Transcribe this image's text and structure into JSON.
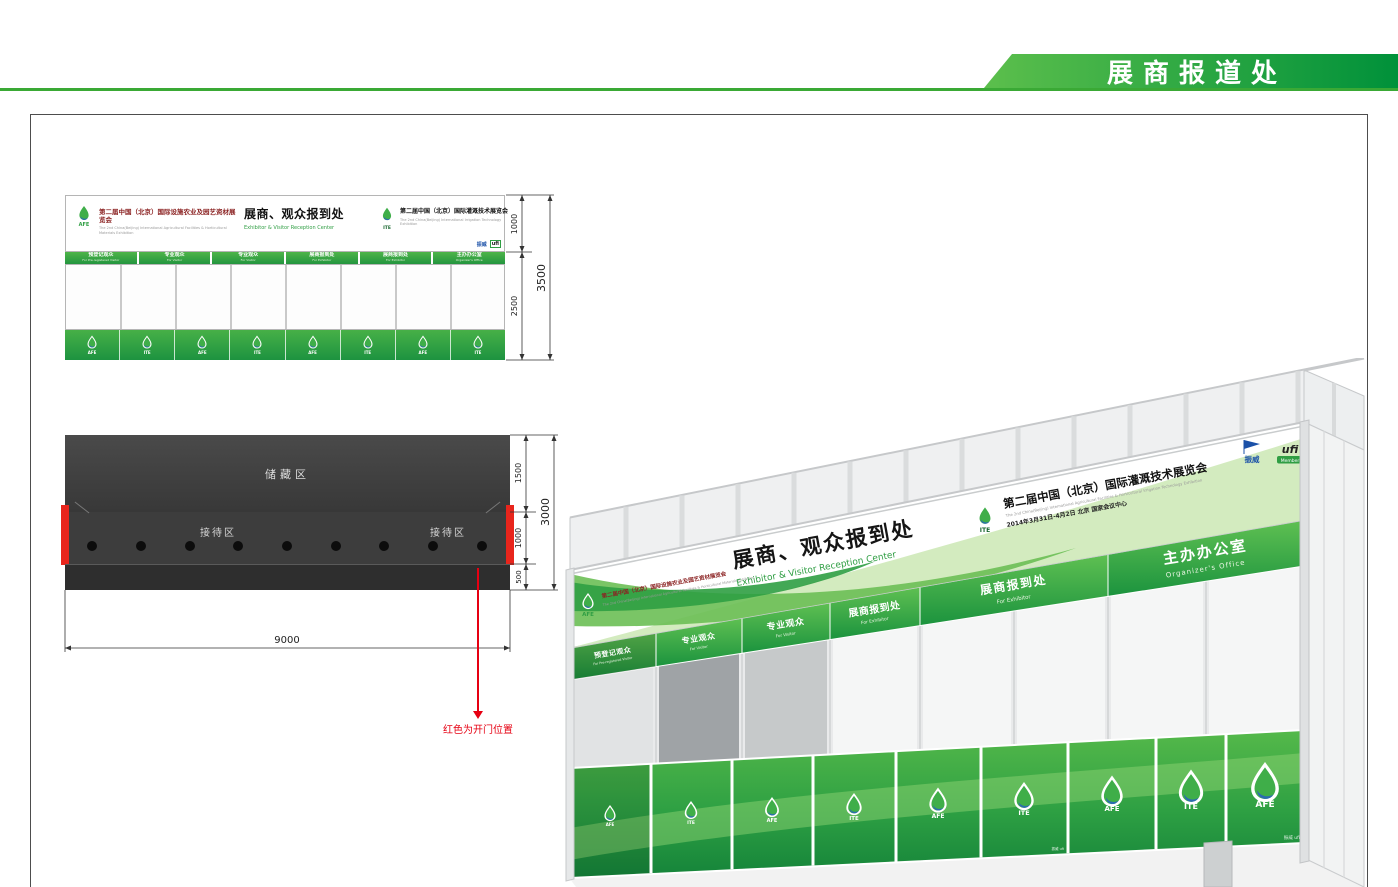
{
  "header": {
    "title": "展商报道处"
  },
  "colors": {
    "brand_green": "#2f9e43",
    "dark_green": "#00913a",
    "light_green": "#8dc63f",
    "door_red": "#e60012",
    "panel_dark": "#3a3a3a"
  },
  "front_elevation": {
    "fascia": {
      "afe_logo": "AFE",
      "left_title": "第二届中国（北京）国际设施农业及园艺资材展览会",
      "left_subtitle": "The 2nd China(Beijing) International Agricultural Facilities & Horticultural Materials Exhibition",
      "center_title": "展商、观众报到处",
      "center_subtitle": "Exhibitor & Visitor Reception Center",
      "ite_logo": "ITE",
      "right_title": "第二届中国（北京）国际灌溉技术展览会",
      "right_subtitle": "The 2nd China(Beijing) International Irrigation Technology Exhibition",
      "zhenwei_logo": "振威",
      "ufi_logo": "ufi"
    },
    "counter_labels": [
      {
        "cn": "预登记观众",
        "en": "For Pre-registered Visitor"
      },
      {
        "cn": "专业观众",
        "en": "For Visitor"
      },
      {
        "cn": "专业观众",
        "en": "For Visitor"
      },
      {
        "cn": "展商报到处",
        "en": "For Exhibitor"
      },
      {
        "cn": "展商报到处",
        "en": "For Exhibitor"
      },
      {
        "cn": "主办办公室",
        "en": "Organizer's Office"
      }
    ],
    "logo_band": [
      "AFE",
      "ITE",
      "AFE",
      "ITE",
      "AFE",
      "ITE",
      "AFE",
      "ITE"
    ],
    "dimensions": {
      "fascia": "1000",
      "lower": "2500",
      "total": "3500"
    }
  },
  "rear_elevation": {
    "storage_label": "储藏区",
    "reception_left": "接待区",
    "reception_right": "接待区",
    "dimensions": {
      "storage": "1500",
      "reception": "1000",
      "base": "500",
      "total": "3000",
      "width": "9000"
    },
    "door_note": "红色为开门位置"
  },
  "perspective": {
    "banner": {
      "afe_logo": "AFE",
      "left_title": "第二届中国（北京）国际设施农业及园艺资材展览会",
      "left_subtitle": "The 2nd China(Beijing) International Agricultural Facilities & Horticultural Materials Exhibition",
      "main_title": "展商、观众报到处",
      "main_subtitle": "Exhibitor & Visitor Reception Center",
      "ite_logo": "ITE",
      "right_title": "第二届中国（北京）国际灌溉技术展览会",
      "right_subtitle": "The 2nd China(Beijing) International Agricultural Facilities & Horticultural Irrigation Technology Exhibition",
      "right_date": "2014年3月31日-4月2日 北京 国家会议中心",
      "zhenwei_logo": "振威",
      "ufi_logo": "ufi",
      "ufi_member": "Member"
    },
    "bay_headers": [
      {
        "cn": "预登记观众",
        "en": "For Pre-registered Visitor"
      },
      {
        "cn": "专业观众",
        "en": "For Visitor"
      },
      {
        "cn": "专业观众",
        "en": "For Visitor"
      },
      {
        "cn": "展商报到处",
        "en": "For Exhibitor"
      },
      {
        "cn": "展商报到处",
        "en": "For Exhibitor"
      },
      {
        "cn": "主办办公室",
        "en": "Organizer's Office"
      }
    ],
    "counter_logos": [
      "AFE",
      "ITE",
      "AFE",
      "ITE",
      "AFE",
      "ITE",
      "AFE",
      "ITE",
      "AFE"
    ],
    "counter_mark": "振威 ufi"
  }
}
